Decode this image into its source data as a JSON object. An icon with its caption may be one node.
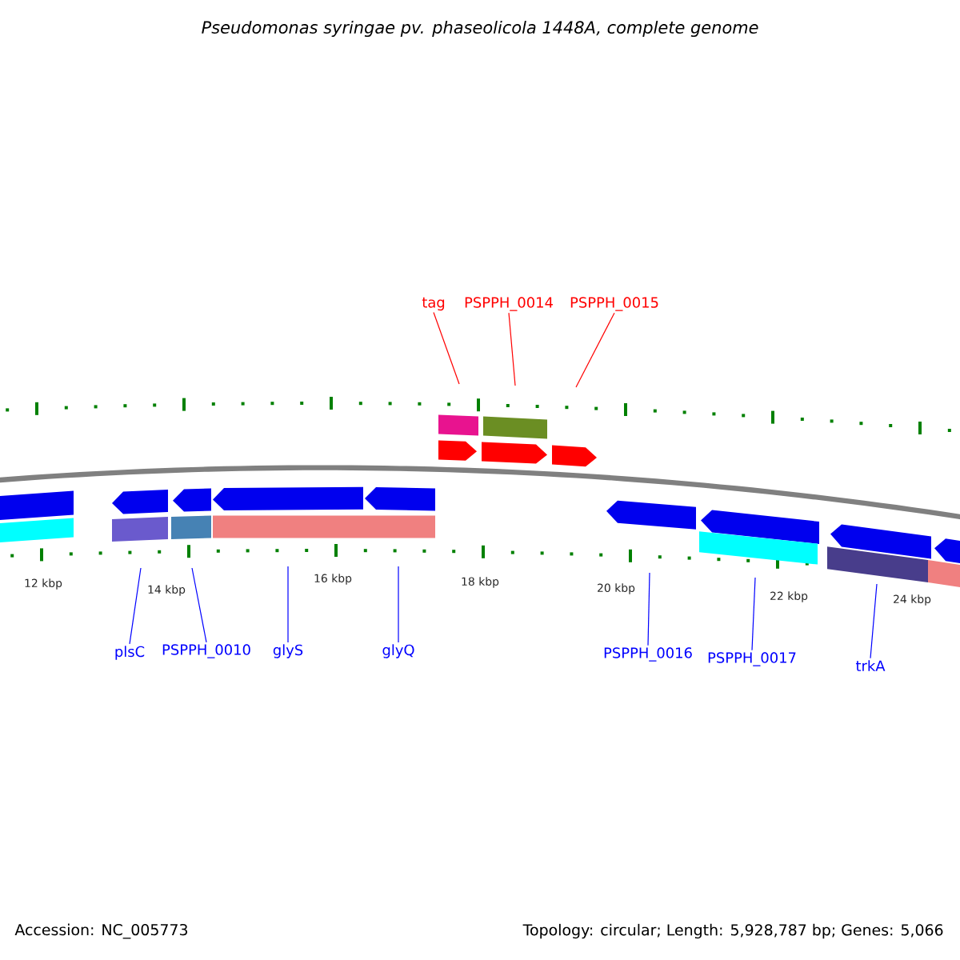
{
  "diagram": {
    "title": "Pseudomonas syringae pv. phaseolicola 1448A, complete genome",
    "nodes": [
      {
        "text": [
          "tag"
        ]
      },
      {
        "text": [
          "PSPPH_0014"
        ]
      },
      {
        "text": [
          "PSPPH_0015"
        ]
      },
      {
        "text": [
          "plsC"
        ]
      },
      {
        "text": [
          "PSPPH_0010"
        ]
      },
      {
        "text": [
          "glyS"
        ]
      },
      {
        "text": [
          "glyQ"
        ]
      },
      {
        "text": [
          "PSPPH_0016"
        ]
      },
      {
        "text": [
          "PSPPH_0017"
        ]
      },
      {
        "text": [
          "trkA"
        ]
      }
    ],
    "edges": [
      {
        "from": 0,
        "to": null,
        "arrow": "none",
        "color": "#ff0000"
      },
      {
        "from": 1,
        "to": null,
        "arrow": "none",
        "color": "#ff0000"
      },
      {
        "from": 2,
        "to": null,
        "arrow": "none",
        "color": "#ff0000"
      },
      {
        "from": 3,
        "to": null,
        "arrow": "none"
      },
      {
        "from": 4,
        "to": null,
        "arrow": "none"
      },
      {
        "from": 5,
        "to": null,
        "arrow": "none"
      },
      {
        "from": 6,
        "to": null,
        "arrow": "none"
      },
      {
        "from": 7,
        "to": null,
        "arrow": "none"
      },
      {
        "from": 8,
        "to": null,
        "arrow": "none"
      },
      {
        "from": 9,
        "to": null,
        "arrow": "none"
      }
    ],
    "labels": [
      "12 kbp",
      "14 kbp",
      "16 kbp",
      "18 kbp",
      "20 kbp",
      "22 kbp",
      "24 kbp",
      "Accession: NC_005773",
      "Topology: circular; Length: 5,928,787 bp; Genes: 5,066"
    ]
  }
}
